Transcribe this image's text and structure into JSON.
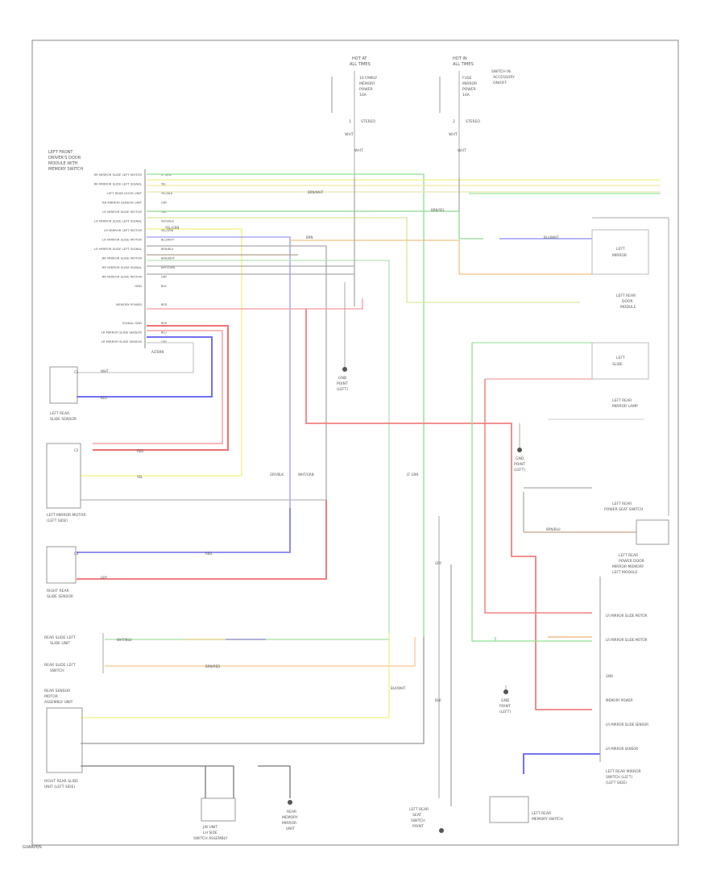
{
  "diagram": {
    "footer_code": "GVARPEN",
    "fuse_boxes": [
      {
        "lines": [
          "HOT AT",
          "ALL TIMES"
        ],
        "fuse": [
          "10 FAMILY",
          "MEMORY",
          "POWER",
          "10A"
        ],
        "pin": "1 ",
        "splice": "STEREO",
        "wire_a": "WHT",
        "wire_b": "WHT"
      },
      {
        "lines": [
          "HOT IN",
          "ALL TIMES"
        ],
        "fuse": [
          "FUSE",
          "MIRROR",
          "POWER",
          "10A"
        ],
        "pin": "2 ",
        "splice": "STEREO",
        "wire_a": "WHT",
        "wire_b": "WHT",
        "extra": [
          "SWITCH IN",
          "ACCESSORY",
          "ON/OFF"
        ]
      }
    ],
    "main_module": {
      "title": [
        "LEFT FRONT",
        "DRIVER'S DOOR",
        "MODULE WITH",
        "MEMORY SWITCH"
      ],
      "pins": [
        "RR MIRROR SLIDE LEFT MOTOR",
        "RR MIRROR SLIDE LEFT SIGNAL",
        "LEFT REAR DOOR UNIT",
        "RR MIRROR SENSOR UNIT",
        "LR MIRROR SLIDE MOTOR",
        "LR MIRROR SLIDE LEFT SIGNAL",
        "LR MIRROR LEFT MOTOR",
        "LR MIRROR SLIDE MOTOR",
        "LR MIRROR SLIDE LEFT SIGNAL",
        "RR MIRROR SLIDE MOTOR",
        "RR MIRROR SLIDE SIGNAL",
        "RR MIRROR SLIDE MOTOR",
        "GND",
        "",
        "MEMORY POWER",
        "",
        "SIGNAL GND",
        "LR MIRROR SLIDE SENSOR",
        "LR MIRROR SLIDE SENSOR"
      ],
      "wire_colors": [
        "LT GRN",
        "YEL",
        "YEL/BLK",
        "GRY",
        "GRY",
        "WHT/BLK",
        "YEL/GRN",
        "BLU/WHT",
        "BRN/BLU",
        "BRN/WHT",
        "WHT/GRN",
        "GRY",
        "BLK",
        "",
        "RED",
        "",
        "RED",
        "BLU",
        "GRY"
      ],
      "harness_label": "ALTBRN"
    },
    "connector_labels": [
      "C1",
      "C2",
      "C3"
    ],
    "components": {
      "left_rear_sensor": [
        "LEFT REAR",
        "SLIDE SENSOR"
      ],
      "left_mirror_motor": [
        "LEFT MIRROR MOTOR",
        "(LEFT SIDE)"
      ],
      "right_mirror_sensor": [
        "RIGHT REAR",
        "SLIDE SENSOR"
      ],
      "rear_slide_switches": [
        "REAR SLIDE LEFT",
        "SLIDE UNIT",
        "REAR SLIDE LEFT",
        "SWITCH"
      ],
      "rear_mirror_motor": [
        "REAR SENSOR",
        "MOTOR",
        "ASSEMBLY UNIT"
      ],
      "right_rear_motor": [
        "RIGHT REAR SLIDE",
        "UNIT (LEFT SIDE)"
      ],
      "jb_unit": [
        "J/B UNIT",
        "LH SIDE",
        "SWITCH ASSEMBLY"
      ],
      "rear_memory_gnd": [
        "REAR",
        "MEMORY",
        "MIRROR",
        "UNIT"
      ],
      "ground_center": [
        "GND",
        "POINT",
        "(LEFT)"
      ],
      "mirror_upper": [
        "LEFT",
        "MIRROR"
      ],
      "left_rear_door": [
        "LEFT REAR",
        "DOOR",
        "MODULE"
      ],
      "right_rear_switch": [
        "LEFT",
        "SLIDE"
      ],
      "left_rear_mirror": [
        "LEFT REAR",
        "MIRROR LAMP"
      ],
      "ground_right": [
        "GND",
        "POINT",
        "(LEFT)"
      ],
      "right_module": [
        "LEFT REAR",
        "POWER SEAT SWITCH"
      ],
      "right_module2": [
        "LEFT REAR",
        "POWER DOOR",
        "MIRROR MEMORY",
        "LEFT MODULE"
      ],
      "bottom_right_switch": [
        "LEFT REAR MIRROR",
        "SWITCH (LEFT)",
        "(LEFT SIDE)"
      ],
      "bottom_right_label": [
        "LEFT REAR",
        "MEMORY SWITCH"
      ],
      "bottom_gnd": [
        "GND",
        "POINT",
        "(LEFT)"
      ],
      "left_rear_gnd": [
        "LEFT REAR",
        "SEAT",
        "SWITCH",
        "POINT"
      ]
    },
    "right_connector_pins": [
      "LR MIRROR SLIDE MOTOR",
      "",
      "LR MIRROR SLIDE MOTOR",
      "",
      "",
      "GND",
      "",
      "MEMORY POWER",
      "",
      "LR MIRROR SLIDE SENSOR",
      "",
      "LR MIRROR SENSOR"
    ],
    "wire_labels": {
      "w1": "WHT",
      "w2": "BRN/WHT",
      "w3": "YEL/GRN",
      "w4": "BRN",
      "w5": "BLU/WHT",
      "w6": "WHT/GRN",
      "w7": "GRY",
      "w8": "BRN/YEL",
      "w9": "RED",
      "w10": "BLK",
      "w11": "BLU",
      "w12": "YEL",
      "w13": "RED",
      "w14": "GRY",
      "w15": "WHT/BLU",
      "w16": "BRN/RED",
      "w17": "LT GRN",
      "w18": "GRY/BLK",
      "w19": "BRN/BLU",
      "w20": "BLK/WHT"
    }
  }
}
